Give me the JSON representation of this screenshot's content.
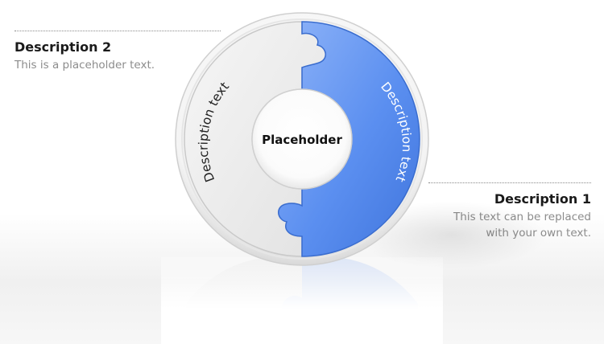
{
  "description_2": {
    "title": "Description 2",
    "text": "This is a placeholder text."
  },
  "description_1": {
    "title": "Description 1",
    "text": "This text can be replaced with your own text."
  },
  "ring": {
    "center_label": "Placeholder",
    "left_segment_label": "Description text",
    "right_segment_label": "Description text"
  },
  "colors": {
    "accent_blue": "#5b8ff0",
    "light_segment": "#eeeeee",
    "title_text": "#1a1a1a",
    "body_text": "#8c8c8c"
  }
}
